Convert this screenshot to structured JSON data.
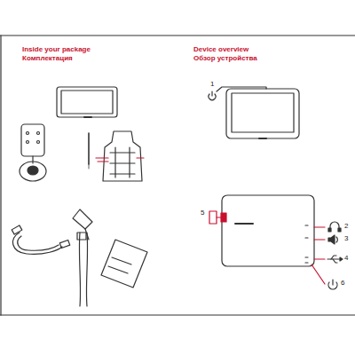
{
  "diagram": {
    "labels": [
      "Inside your package",
      "Комплектация",
      "Device overview",
      "Обзор устройства",
      "1",
      "2",
      "3",
      "4",
      "5",
      "6"
    ]
  }
}
